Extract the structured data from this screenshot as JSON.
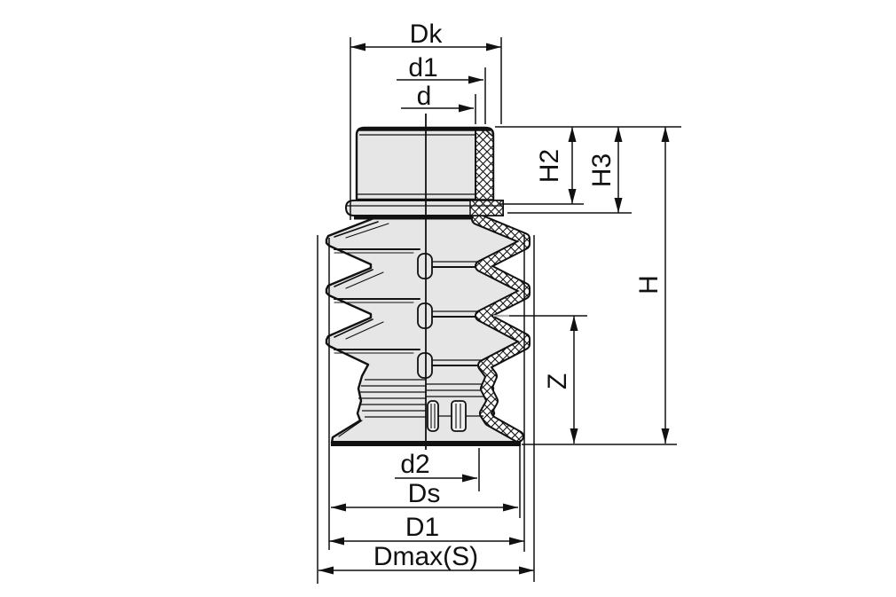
{
  "drawing": {
    "kind": "bellows-suction-cup-section-drawing",
    "labels": {
      "dk": "Dk",
      "d1": "d1",
      "d": "d",
      "h2": "H2",
      "h3": "H3",
      "h": "H",
      "z": "Z",
      "d2": "d2",
      "ds": "Ds",
      "D1": "D1",
      "dmax": "Dmax(S)"
    },
    "dimension_labels_top": [
      "Dk",
      "d1",
      "d"
    ],
    "dimension_labels_right": [
      "H2",
      "H3",
      "H"
    ],
    "dimension_labels_middle": [
      "Z"
    ],
    "dimension_labels_bottom": [
      "d2",
      "Ds",
      "D1",
      "Dmax(S)"
    ],
    "colors": {
      "background": "#ffffff",
      "line": "#1a1a1a",
      "body_fill": "#e6e6e6",
      "hatch_background": "#ffffff",
      "faint_leader": "#b0b0b0"
    }
  }
}
